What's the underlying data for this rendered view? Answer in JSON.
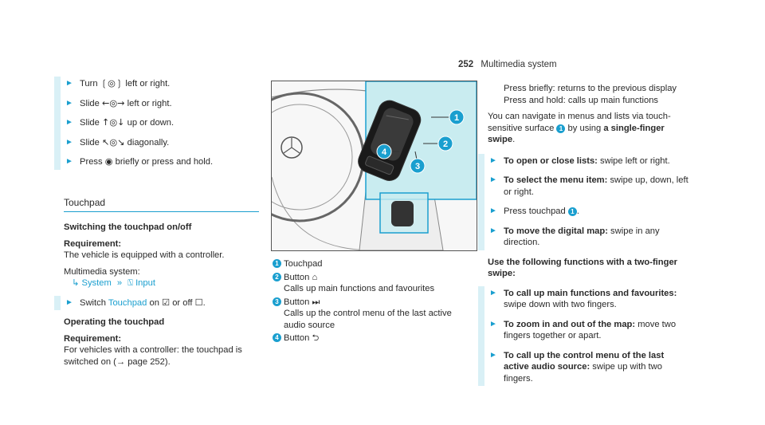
{
  "header": {
    "page_number": "252",
    "title": "Multimedia sy­stem"
  },
  "col1": {
    "steps": [
      {
        "pre": "Turn ",
        "icon": "❲◎❳",
        "post": " left or right."
      },
      {
        "pre": "Slide ",
        "icon": "←◎→",
        "post": " left or right."
      },
      {
        "pre": "Slide ",
        "icon": "↑◎↓",
        "post": " up or down."
      },
      {
        "pre": "Slide ",
        "icon": "↖◎↘",
        "post": " diagonally."
      },
      {
        "pre": "Press ",
        "icon": "◉",
        "post": " briefly or press and hold."
      }
    ],
    "section_title": "Touchpad",
    "sub1_title": "Switching the touchpad on/off",
    "req_label": "Requirement:",
    "req1_text": "The vehicle is equipped with a controller.",
    "menu_label": "Multimedia system:",
    "menu_path_arrow": "↳",
    "menu_system": "System",
    "menu_sep": "»",
    "menu_input_icon": "⍂",
    "menu_input": "Input",
    "switch_pre": "Switch ",
    "switch_link": "Touchpad",
    "switch_mid": " on ",
    "check_on": "☑",
    "switch_or": " or off ",
    "check_off": "☐",
    "switch_end": ".",
    "sub2_title": "Operating the touchpad",
    "req2_label": "Requirement:",
    "req2_text": "For vehicles with a controller: the touchpad is switched on (→ page 252)."
  },
  "legend": [
    {
      "n": "1",
      "label": "Touchpad",
      "desc": ""
    },
    {
      "n": "2",
      "label": "Button ⌂",
      "desc": "Calls up main functions and favourites"
    },
    {
      "n": "3",
      "label": "Button ⏭",
      "desc": "Calls up the control menu of the last active audio source"
    },
    {
      "n": "4",
      "label": "Button ⮌",
      "desc": ""
    }
  ],
  "col3": {
    "press_brief": "Press briefly: returns to the previous display",
    "press_hold": "Press and hold: calls up main functions",
    "nav_text_1": "You can navigate in menus and lists via touch-sensitive surface ",
    "nav_num": "1",
    "nav_text_2": " by using ",
    "nav_bold": "a single-finger swipe",
    "nav_end": ".",
    "steps1": [
      {
        "bold": "To open or close lists:",
        "text": " swipe left or right."
      },
      {
        "bold": "To select the menu item:",
        "text": " swipe up, down, left or right."
      },
      {
        "bold": "",
        "text": "Press touchpad ",
        "num": "1",
        "after": "."
      },
      {
        "bold": "To move the digital map:",
        "text": " swipe in any direction."
      }
    ],
    "two_finger_title": "Use the following functions with a two-finger swipe:",
    "steps2": [
      {
        "bold": "To call up main functions and favourites:",
        "text": " swipe down with two fingers."
      },
      {
        "bold": "To zoom in and out of the map:",
        "text": " move two fingers together or apart."
      },
      {
        "bold": "To call up the control menu of the last active audio source:",
        "text": " swipe up with two fingers."
      }
    ]
  },
  "figure": {
    "callouts": [
      "1",
      "2",
      "3",
      "4"
    ],
    "accent": "#1a9fcf",
    "panel": "#c9ecf0"
  }
}
